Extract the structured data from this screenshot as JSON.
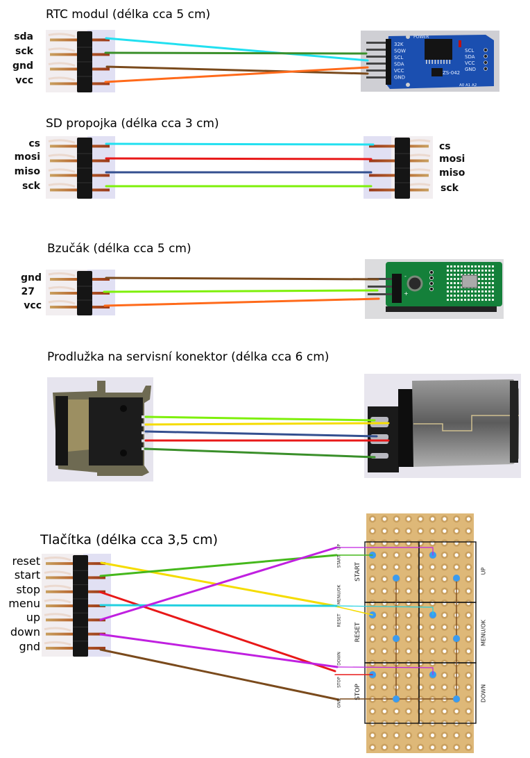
{
  "sections": {
    "rtc": {
      "title": "RTC modul (délka cca 5 cm)",
      "pins": [
        "sda",
        "sck",
        "gnd",
        "vcc"
      ],
      "module_labels": [
        "32K",
        "SQW",
        "SCL",
        "SDA",
        "VCC",
        "GND"
      ],
      "module_right_labels": [
        "SCL",
        "SDA",
        "VCC",
        "GND"
      ],
      "module_chip": "ZS-042",
      "module_power": "POWER",
      "module_addr": "A0 A1 A2",
      "wires": [
        {
          "from": "sda",
          "to": "SDA",
          "color": "#22e0f0"
        },
        {
          "from": "sck",
          "to": "SCL",
          "color": "#3a8f2a"
        },
        {
          "from": "gnd",
          "to": "GND",
          "color": "#7a4a1c"
        },
        {
          "from": "vcc",
          "to": "VCC",
          "color": "#ff6a1a"
        }
      ]
    },
    "sd": {
      "title": "SD propojka (délka cca 3 cm)",
      "pins_left": [
        "cs",
        "mosi",
        "miso",
        "sck"
      ],
      "pins_right": [
        "cs",
        "mosi",
        "miso",
        "sck"
      ],
      "wires": [
        {
          "from": "cs",
          "to": "cs",
          "color": "#22e0f0"
        },
        {
          "from": "mosi",
          "to": "mosi",
          "color": "#e81818"
        },
        {
          "from": "miso",
          "to": "miso",
          "color": "#334f8f"
        },
        {
          "from": "sck",
          "to": "sck",
          "color": "#7ef00a"
        }
      ]
    },
    "buzzer": {
      "title": "Bzučák (délka cca 5 cm)",
      "pins": [
        "gnd",
        "27",
        "vcc"
      ],
      "module_symbols": [
        "-",
        "+"
      ],
      "wires": [
        {
          "from": "gnd",
          "color": "#7a4a1c"
        },
        {
          "from": "27",
          "color": "#7ef00a"
        },
        {
          "from": "vcc",
          "color": "#ff6a1a"
        }
      ]
    },
    "service": {
      "title": "Prodlužka na servisní konektor (délka cca 6 cm)",
      "wires": [
        {
          "color": "#7ef00a"
        },
        {
          "color": "#f5dc00"
        },
        {
          "color": "#334f8f"
        },
        {
          "color": "#e81818"
        },
        {
          "color": "#3a8f2a"
        }
      ]
    },
    "buttons": {
      "title": "Tlačítka (délka cca 3,5 cm)",
      "pins": [
        "reset",
        "start",
        "stop",
        "menu",
        "up",
        "down",
        "gnd"
      ],
      "board_small_labels": [
        "UP",
        "START",
        "MENU/OK",
        "RESET",
        "DOWN",
        "STOP",
        "GND"
      ],
      "button_left_labels": [
        "START",
        "RESET",
        "STOP"
      ],
      "button_right_labels": [
        "UP",
        "MENU/OK",
        "DOWN"
      ],
      "wires": [
        {
          "from": "reset",
          "to": "RESET",
          "color": "#f5dc00"
        },
        {
          "from": "start",
          "to": "START",
          "color": "#45b81c"
        },
        {
          "from": "stop",
          "to": "STOP",
          "color": "#e81818"
        },
        {
          "from": "menu",
          "to": "MENU/OK",
          "color": "#22d0e0"
        },
        {
          "from": "up",
          "to": "UP",
          "color": "#c020e0"
        },
        {
          "from": "down",
          "to": "DOWN",
          "color": "#c020e0"
        },
        {
          "from": "gnd",
          "to": "GND",
          "color": "#7a4a1c"
        }
      ]
    }
  },
  "colors": {
    "board": "#deb878",
    "hole_ring": "#c9a060",
    "hole": "#ffffff",
    "pad": "#3a9bf0",
    "trace": "#7a4a1c",
    "header_plastic": "#151515",
    "module_pcb_blue": "#1b4fb0",
    "module_pcb_green": "#14803a"
  }
}
